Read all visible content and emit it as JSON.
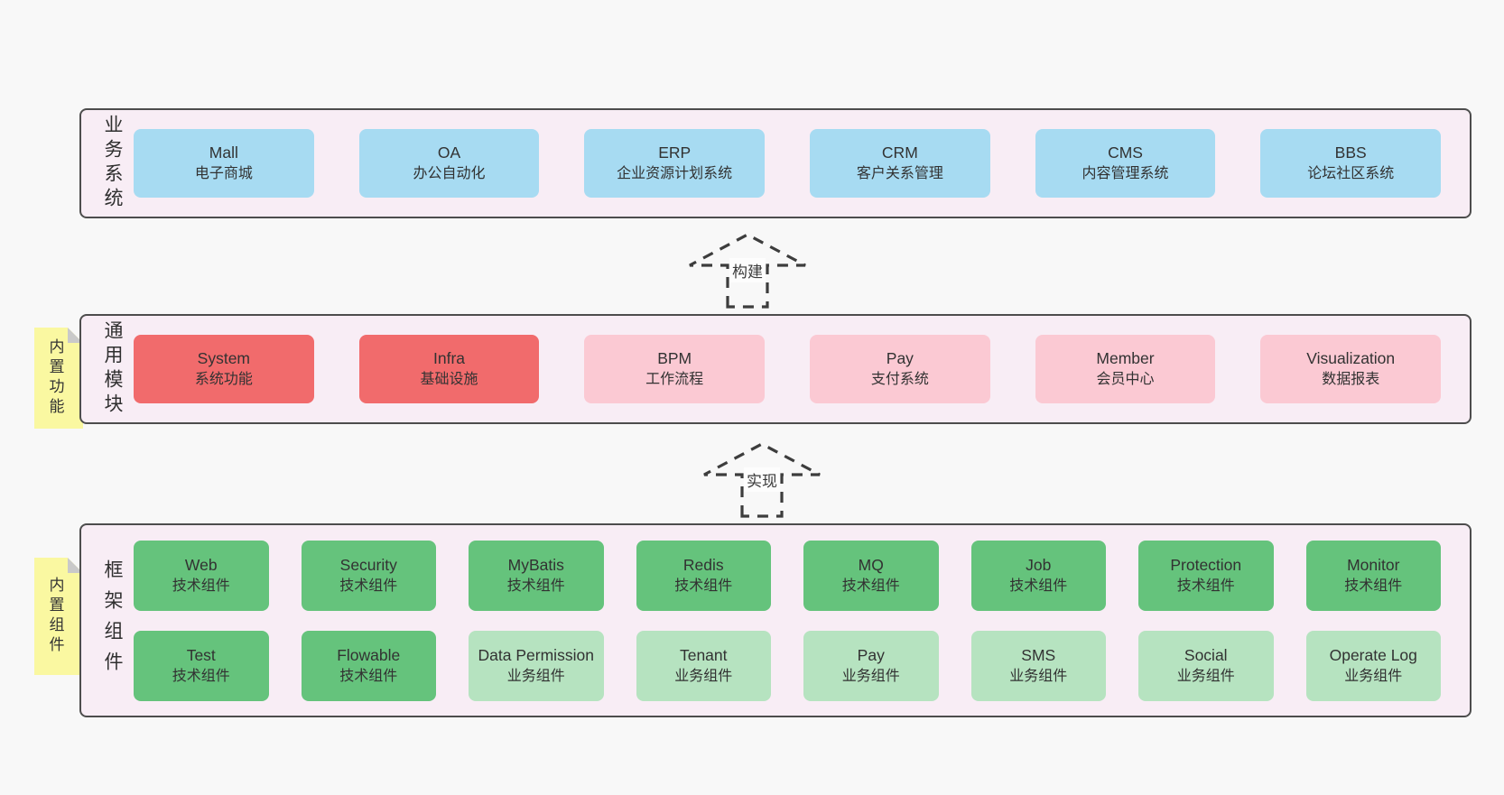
{
  "colors": {
    "page_background": "#f8f8f8",
    "panel_background": "#f8edf5",
    "panel_border": "#4d4d4d",
    "blue_box": "#a7dbf2",
    "red_box": "#f16b6c",
    "pink_box": "#fbc9d3",
    "green_box": "#65c37c",
    "light_green_box": "#b6e3c0",
    "note_yellow": "#faf8a1",
    "note_fold": "#c9c9c9"
  },
  "arrows": [
    {
      "label": "构建"
    },
    {
      "label": "实现"
    }
  ],
  "layers": {
    "business": {
      "side_label": "业务系统",
      "items": [
        {
          "name": "Mall",
          "desc": "电子商城"
        },
        {
          "name": "OA",
          "desc": "办公自动化"
        },
        {
          "name": "ERP",
          "desc": "企业资源计划系统"
        },
        {
          "name": "CRM",
          "desc": "客户关系管理"
        },
        {
          "name": "CMS",
          "desc": "内容管理系统"
        },
        {
          "name": "BBS",
          "desc": "论坛社区系统"
        }
      ]
    },
    "modules": {
      "side_label": "通用模块",
      "note_label": "内置功能",
      "items": [
        {
          "name": "System",
          "desc": "系统功能",
          "variant": "red"
        },
        {
          "name": "Infra",
          "desc": "基础设施",
          "variant": "red"
        },
        {
          "name": "BPM",
          "desc": "工作流程",
          "variant": "pink"
        },
        {
          "name": "Pay",
          "desc": "支付系统",
          "variant": "pink"
        },
        {
          "name": "Member",
          "desc": "会员中心",
          "variant": "pink"
        },
        {
          "name": "Visualization",
          "desc": "数据报表",
          "variant": "pink"
        }
      ]
    },
    "framework": {
      "side_label": "框架组件",
      "note_label": "内置组件",
      "row1": [
        {
          "name": "Web",
          "desc": "技术组件",
          "variant": "green"
        },
        {
          "name": "Security",
          "desc": "技术组件",
          "variant": "green"
        },
        {
          "name": "MyBatis",
          "desc": "技术组件",
          "variant": "green"
        },
        {
          "name": "Redis",
          "desc": "技术组件",
          "variant": "green"
        },
        {
          "name": "MQ",
          "desc": "技术组件",
          "variant": "green"
        },
        {
          "name": "Job",
          "desc": "技术组件",
          "variant": "green"
        },
        {
          "name": "Protection",
          "desc": "技术组件",
          "variant": "green"
        },
        {
          "name": "Monitor",
          "desc": "技术组件",
          "variant": "green"
        }
      ],
      "row2": [
        {
          "name": "Test",
          "desc": "技术组件",
          "variant": "green"
        },
        {
          "name": "Flowable",
          "desc": "技术组件",
          "variant": "green"
        },
        {
          "name": "Data Permission",
          "desc": "业务组件",
          "variant": "green-light"
        },
        {
          "name": "Tenant",
          "desc": "业务组件",
          "variant": "green-light"
        },
        {
          "name": "Pay",
          "desc": "业务组件",
          "variant": "green-light"
        },
        {
          "name": "SMS",
          "desc": "业务组件",
          "variant": "green-light"
        },
        {
          "name": "Social",
          "desc": "业务组件",
          "variant": "green-light"
        },
        {
          "name": "Operate Log",
          "desc": "业务组件",
          "variant": "green-light"
        }
      ]
    }
  }
}
